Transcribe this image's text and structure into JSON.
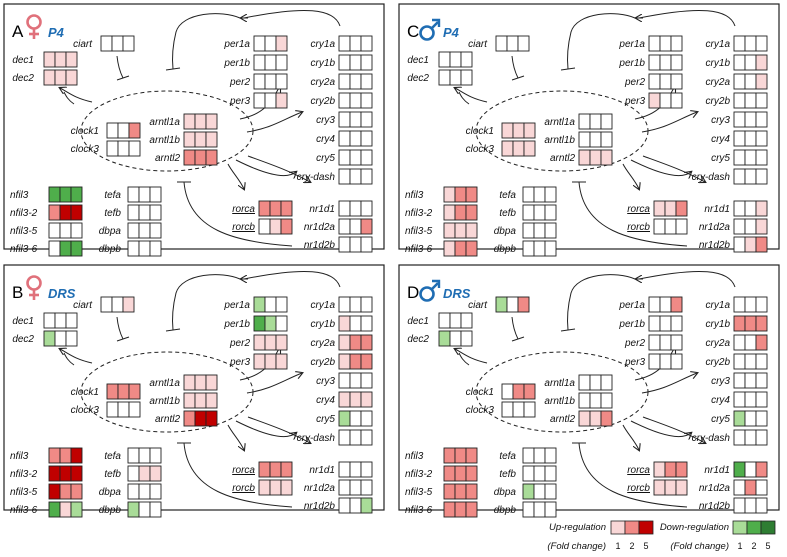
{
  "colors": {
    "none": "#ffffff",
    "up1": "#f9d7d7",
    "up2": "#f08a86",
    "up5": "#c00000",
    "down1": "#a9dc98",
    "down2": "#4fae4b",
    "down5": "#2e7d32",
    "sex_symbol": "#e0717b",
    "male_symbol": "#1f6db3",
    "condition_text": "#1f6db3"
  },
  "icons": {
    "female": "female-sign-icon",
    "male": "male-sign-icon"
  },
  "panels": [
    {
      "letter": "A",
      "sex": "female",
      "condition": "P4",
      "genes": {
        "ciart": [
          "n",
          "n",
          "n"
        ],
        "dec1": [
          "u1",
          "u1",
          "u1"
        ],
        "dec2": [
          "u1",
          "u1",
          "u1"
        ],
        "clock1": [
          "n",
          "n",
          "u2"
        ],
        "clock3": [
          "n",
          "n",
          "n"
        ],
        "arntl1a": [
          "u1",
          "u1",
          "u1"
        ],
        "arntl1b": [
          "u1",
          "u1",
          "u1"
        ],
        "arntl2": [
          "u2",
          "u2",
          "u2"
        ],
        "per1a": [
          "n",
          "n",
          "u1"
        ],
        "per1b": [
          "n",
          "n",
          "n"
        ],
        "per2": [
          "n",
          "n",
          "n"
        ],
        "per3": [
          "n",
          "n",
          "u1"
        ],
        "cry1a": [
          "n",
          "n",
          "n"
        ],
        "cry1b": [
          "n",
          "n",
          "n"
        ],
        "cry2a": [
          "n",
          "n",
          "n"
        ],
        "cry2b": [
          "n",
          "n",
          "n"
        ],
        "cry3": [
          "n",
          "n",
          "n"
        ],
        "cry4": [
          "n",
          "n",
          "n"
        ],
        "cry5": [
          "n",
          "n",
          "n"
        ],
        "cry-dash": [
          "n",
          "n",
          "n"
        ],
        "nfil3": [
          "d2",
          "d2",
          "d2"
        ],
        "nfil3-2": [
          "u2",
          "u5",
          "u5"
        ],
        "nfil3-5": [
          "n",
          "n",
          "n"
        ],
        "nfil3-6": [
          "n",
          "d2",
          "d2"
        ],
        "tefa": [
          "n",
          "n",
          "n"
        ],
        "tefb": [
          "n",
          "n",
          "n"
        ],
        "dbpa": [
          "n",
          "n",
          "n"
        ],
        "dbpb": [
          "n",
          "n",
          "n"
        ],
        "rorca": [
          "u2",
          "u2",
          "u2"
        ],
        "rorcb": [
          "n",
          "u1",
          "u2"
        ],
        "nr1d1": [
          "n",
          "n",
          "n"
        ],
        "nr1d2a": [
          "n",
          "n",
          "u2"
        ],
        "nr1d2b": [
          "n",
          "n",
          "n"
        ]
      }
    },
    {
      "letter": "C",
      "sex": "male",
      "condition": "P4",
      "genes": {
        "ciart": [
          "n",
          "n",
          "n"
        ],
        "dec1": [
          "n",
          "n",
          "n"
        ],
        "dec2": [
          "n",
          "n",
          "n"
        ],
        "clock1": [
          "u1",
          "u1",
          "u1"
        ],
        "clock3": [
          "u1",
          "u1",
          "u1"
        ],
        "arntl1a": [
          "n",
          "n",
          "n"
        ],
        "arntl1b": [
          "n",
          "n",
          "n"
        ],
        "arntl2": [
          "u1",
          "u1",
          "u1"
        ],
        "per1a": [
          "n",
          "n",
          "n"
        ],
        "per1b": [
          "n",
          "n",
          "n"
        ],
        "per2": [
          "n",
          "n",
          "n"
        ],
        "per3": [
          "u1",
          "n",
          "n"
        ],
        "cry1a": [
          "n",
          "n",
          "n"
        ],
        "cry1b": [
          "n",
          "n",
          "u1"
        ],
        "cry2a": [
          "n",
          "n",
          "u1"
        ],
        "cry2b": [
          "n",
          "n",
          "n"
        ],
        "cry3": [
          "n",
          "n",
          "n"
        ],
        "cry4": [
          "n",
          "n",
          "n"
        ],
        "cry5": [
          "n",
          "n",
          "n"
        ],
        "cry-dash": [
          "n",
          "n",
          "n"
        ],
        "nfil3": [
          "u1",
          "u2",
          "u2"
        ],
        "nfil3-2": [
          "u1",
          "u2",
          "u2"
        ],
        "nfil3-5": [
          "u1",
          "u1",
          "u1"
        ],
        "nfil3-6": [
          "u1",
          "u2",
          "u2"
        ],
        "tefa": [
          "n",
          "n",
          "n"
        ],
        "tefb": [
          "n",
          "n",
          "n"
        ],
        "dbpa": [
          "n",
          "n",
          "n"
        ],
        "dbpb": [
          "n",
          "n",
          "n"
        ],
        "rorca": [
          "u1",
          "u1",
          "u2"
        ],
        "rorcb": [
          "n",
          "n",
          "n"
        ],
        "nr1d1": [
          "n",
          "n",
          "u1"
        ],
        "nr1d2a": [
          "n",
          "n",
          "u1"
        ],
        "nr1d2b": [
          "n",
          "u1",
          "u2"
        ]
      }
    },
    {
      "letter": "B",
      "sex": "female",
      "condition": "DRS",
      "genes": {
        "ciart": [
          "n",
          "n",
          "u1"
        ],
        "dec1": [
          "n",
          "n",
          "n"
        ],
        "dec2": [
          "d1",
          "n",
          "n"
        ],
        "clock1": [
          "u2",
          "u2",
          "u2"
        ],
        "clock3": [
          "n",
          "n",
          "n"
        ],
        "arntl1a": [
          "u1",
          "u1",
          "u1"
        ],
        "arntl1b": [
          "u1",
          "u1",
          "u1"
        ],
        "arntl2": [
          "u2",
          "u5",
          "u5"
        ],
        "per1a": [
          "d1",
          "n",
          "n"
        ],
        "per1b": [
          "d2",
          "d1",
          "n"
        ],
        "per2": [
          "u1",
          "u1",
          "u1"
        ],
        "per3": [
          "u1",
          "u1",
          "u1"
        ],
        "cry1a": [
          "n",
          "n",
          "n"
        ],
        "cry1b": [
          "u1",
          "n",
          "n"
        ],
        "cry2a": [
          "u1",
          "u2",
          "u2"
        ],
        "cry2b": [
          "u1",
          "u2",
          "u2"
        ],
        "cry3": [
          "n",
          "n",
          "n"
        ],
        "cry4": [
          "u1",
          "u1",
          "u1"
        ],
        "cry5": [
          "d1",
          "n",
          "n"
        ],
        "cry-dash": [
          "n",
          "n",
          "n"
        ],
        "nfil3": [
          "u2",
          "u2",
          "u5"
        ],
        "nfil3-2": [
          "u5",
          "u5",
          "u5"
        ],
        "nfil3-5": [
          "u5",
          "u2",
          "u2"
        ],
        "nfil3-6": [
          "d2",
          "u1",
          "d1"
        ],
        "tefa": [
          "n",
          "n",
          "n"
        ],
        "tefb": [
          "n",
          "u1",
          "u1"
        ],
        "dbpa": [
          "n",
          "n",
          "n"
        ],
        "dbpb": [
          "d1",
          "n",
          "n"
        ],
        "rorca": [
          "u2",
          "u2",
          "u2"
        ],
        "rorcb": [
          "u1",
          "u1",
          "u1"
        ],
        "nr1d1": [
          "n",
          "n",
          "n"
        ],
        "nr1d2a": [
          "n",
          "n",
          "n"
        ],
        "nr1d2b": [
          "n",
          "n",
          "d1"
        ]
      }
    },
    {
      "letter": "D",
      "sex": "male",
      "condition": "DRS",
      "genes": {
        "ciart": [
          "d1",
          "n",
          "u2"
        ],
        "dec1": [
          "n",
          "n",
          "n"
        ],
        "dec2": [
          "d1",
          "n",
          "n"
        ],
        "clock1": [
          "n",
          "u2",
          "u2"
        ],
        "clock3": [
          "n",
          "n",
          "n"
        ],
        "arntl1a": [
          "n",
          "n",
          "n"
        ],
        "arntl1b": [
          "n",
          "n",
          "n"
        ],
        "arntl2": [
          "u1",
          "u1",
          "u2"
        ],
        "per1a": [
          "n",
          "n",
          "u2"
        ],
        "per1b": [
          "n",
          "n",
          "n"
        ],
        "per2": [
          "n",
          "n",
          "n"
        ],
        "per3": [
          "n",
          "n",
          "n"
        ],
        "cry1a": [
          "n",
          "n",
          "n"
        ],
        "cry1b": [
          "u2",
          "u2",
          "u2"
        ],
        "cry2a": [
          "n",
          "n",
          "u2"
        ],
        "cry2b": [
          "n",
          "n",
          "n"
        ],
        "cry3": [
          "n",
          "n",
          "n"
        ],
        "cry4": [
          "n",
          "n",
          "n"
        ],
        "cry5": [
          "d1",
          "n",
          "n"
        ],
        "cry-dash": [
          "n",
          "n",
          "n"
        ],
        "nfil3": [
          "u2",
          "u2",
          "u2"
        ],
        "nfil3-2": [
          "u2",
          "u2",
          "u2"
        ],
        "nfil3-5": [
          "u2",
          "u2",
          "u2"
        ],
        "nfil3-6": [
          "u2",
          "u2",
          "u2"
        ],
        "tefa": [
          "n",
          "n",
          "n"
        ],
        "tefb": [
          "n",
          "n",
          "n"
        ],
        "dbpa": [
          "d1",
          "n",
          "n"
        ],
        "dbpb": [
          "n",
          "n",
          "n"
        ],
        "rorca": [
          "u1",
          "u2",
          "u2"
        ],
        "rorcb": [
          "u1",
          "u1",
          "u1"
        ],
        "nr1d1": [
          "d2",
          "n",
          "u2"
        ],
        "nr1d2a": [
          "n",
          "u2",
          "n"
        ],
        "nr1d2b": [
          "n",
          "n",
          "n"
        ]
      }
    }
  ],
  "legend": {
    "up_label": "Up-regulation",
    "down_label": "Down-regulation",
    "fold_label": "(Fold change)",
    "steps": [
      "1",
      "2",
      "5"
    ]
  }
}
